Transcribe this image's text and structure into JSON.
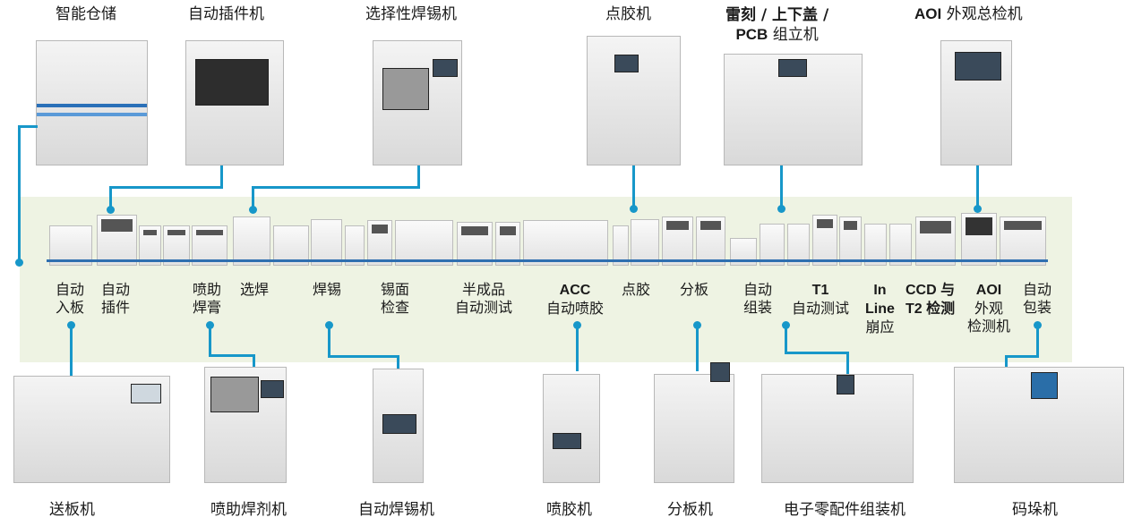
{
  "top_machines": [
    {
      "name": "智能仓储"
    },
    {
      "name": "自动插件机"
    },
    {
      "name": "选择性焊锡机"
    },
    {
      "name": "点胶机"
    },
    {
      "name_lines": [
        [
          "雷刻 / 上下盖 /",
          false
        ],
        [
          "PCB",
          true
        ]
      ],
      "line1": "雷刻 / 上下盖 /",
      "line2a": "PCB",
      "line2b": " 组立机"
    },
    {
      "name_a": "AOI",
      "name_b": " 外观总检机"
    }
  ],
  "bottom_machines": [
    "送板机",
    "喷助焊剂机",
    "自动焊锡机",
    "喷胶机",
    "分板机",
    "电子零配件组装机",
    "码垛机"
  ],
  "stations": [
    {
      "l1": "自动",
      "l2": "入板"
    },
    {
      "l1": "自动",
      "l2": "插件"
    },
    {
      "l1": "喷助",
      "l2": "焊膏"
    },
    {
      "l1": "选焊"
    },
    {
      "l1": "焊锡"
    },
    {
      "l1": "锡面",
      "l2": "检查"
    },
    {
      "l1": "半成品",
      "l2": "自动测试"
    },
    {
      "l1": "ACC",
      "l2": "自动喷胶"
    },
    {
      "l1": "点胶"
    },
    {
      "l1": "分板"
    },
    {
      "l1": "自动",
      "l2": "组装"
    },
    {
      "l1": "T1",
      "l2": "自动测试"
    },
    {
      "l1": "In",
      "l2": "Line",
      "l3": "崩应"
    },
    {
      "l1": "CCD 与",
      "l2": "T2 检测"
    },
    {
      "l1": "AOI",
      "l2": "外观",
      "l3": "检测机"
    },
    {
      "l1": "自动",
      "l2": "包装"
    }
  ],
  "colors": {
    "accent": "#1797c9",
    "band": "#eef3e3",
    "belt": "#2f6fb0"
  }
}
